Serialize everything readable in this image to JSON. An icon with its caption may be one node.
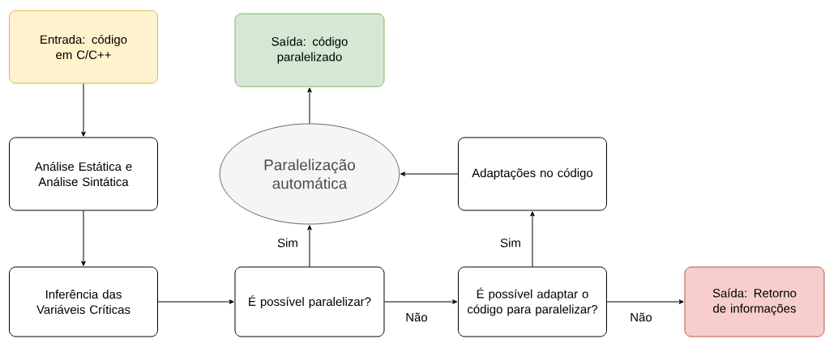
{
  "diagram": {
    "nodes": [
      {
        "text": [
          "Entrada: código em C/C++"
        ]
      },
      {
        "text": [
          "Análise Estática e Análise Sintática"
        ]
      },
      {
        "text": [
          "Inferência das Variáveis Críticas"
        ]
      },
      {
        "text": [
          "É possível paralelizar?"
        ]
      },
      {
        "text": [
          "Paralelização automática"
        ]
      },
      {
        "text": [
          "Saída: código paralelizado"
        ]
      },
      {
        "text": [
          "Adaptações no código"
        ]
      },
      {
        "text": [
          "É possível adaptar o código para paralelizar?"
        ]
      },
      {
        "text": [
          "Saída: Retorno de informações"
        ]
      }
    ],
    "edges": [
      {
        "from": 0,
        "to": 1,
        "arrow": "to"
      },
      {
        "from": 1,
        "to": 2,
        "arrow": "to"
      },
      {
        "from": 2,
        "to": 3,
        "arrow": "to"
      },
      {
        "from": 3,
        "to": 4,
        "label": "Sim",
        "arrow": "to"
      },
      {
        "from": 4,
        "to": 5,
        "arrow": "to"
      },
      {
        "from": 3,
        "to": 7,
        "label": "Não",
        "arrow": "to"
      },
      {
        "from": 7,
        "to": 6,
        "label": "Sim",
        "arrow": "to"
      },
      {
        "from": 6,
        "to": 4,
        "arrow": "to"
      },
      {
        "from": 7,
        "to": 8,
        "label": "Não",
        "arrow": "to"
      }
    ]
  }
}
